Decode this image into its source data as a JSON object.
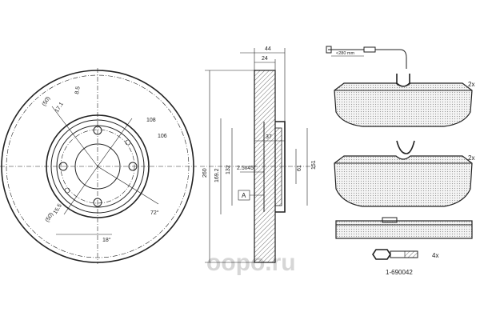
{
  "disc_front": {
    "radius_labels": [
      "(50)",
      "17.1",
      "8.5",
      "(50)",
      "15.5"
    ],
    "dia_108": "108",
    "dia_106": "106",
    "angle_72": "72°",
    "angle_18": "18°"
  },
  "disc_section": {
    "top_dim_44": "44",
    "top_dim_24": "24",
    "dim_37": "37",
    "dia_260": "260",
    "dia_169_2": "169.2",
    "dia_132": "132",
    "chamfer": "2.5x45°",
    "dia_61": "61",
    "dia_151": "151",
    "datum": "A"
  },
  "pads": {
    "sensor_length": "<280 mm",
    "qty_top": "2x",
    "qty_bottom": "2x"
  },
  "bolt": {
    "qty": "4x",
    "part_number": "1-690042"
  },
  "watermark": {
    "text": "oopo.ru"
  }
}
